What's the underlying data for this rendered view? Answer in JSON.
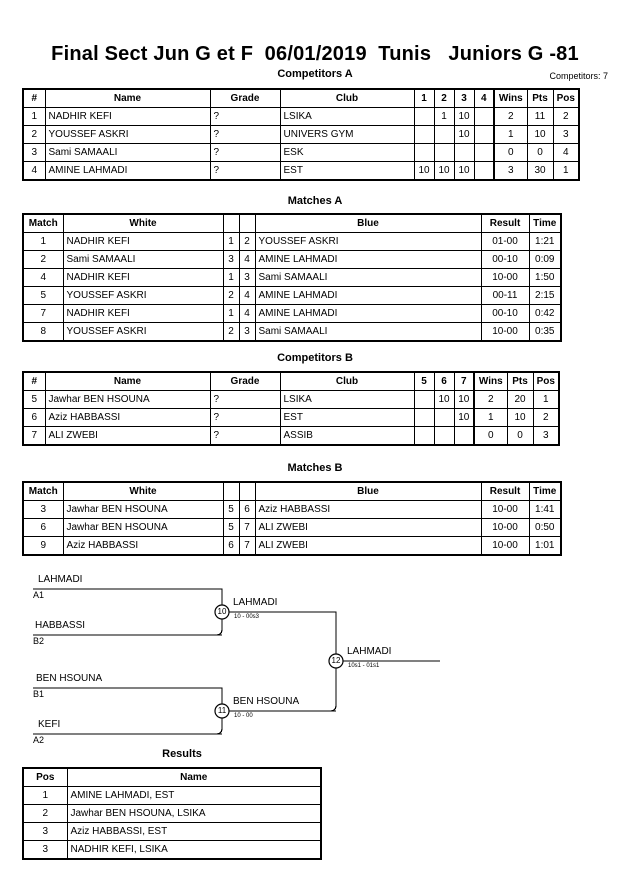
{
  "header": {
    "title": "Final Sect Jun G et F  06/01/2019  Tunis   Juniors G -81",
    "competitors_label": "Competitors: 7"
  },
  "sections": {
    "competitors_a": "Competitors A",
    "matches_a": "Matches A",
    "competitors_b": "Competitors B",
    "matches_b": "Matches B",
    "results": "Results"
  },
  "competitors_a": {
    "columns": [
      "#",
      "Name",
      "Grade",
      "Club",
      "1",
      "2",
      "3",
      "4",
      "Wins",
      "Pts",
      "Pos"
    ],
    "rows": [
      {
        "num": "1",
        "name": "NADHIR KEFI",
        "grade": "?",
        "club": "LSIKA",
        "m1": "",
        "m2": "1",
        "m3": "10",
        "m4": "",
        "wins": "2",
        "pts": "11",
        "pos": "2"
      },
      {
        "num": "2",
        "name": "YOUSSEF ASKRI",
        "grade": "?",
        "club": "UNIVERS GYM",
        "m1": "",
        "m2": "",
        "m3": "10",
        "m4": "",
        "wins": "1",
        "pts": "10",
        "pos": "3"
      },
      {
        "num": "3",
        "name": "Sami SAMAALI",
        "grade": "?",
        "club": "ESK",
        "m1": "",
        "m2": "",
        "m3": "",
        "m4": "",
        "wins": "0",
        "pts": "0",
        "pos": "4"
      },
      {
        "num": "4",
        "name": "AMINE LAHMADI",
        "grade": "?",
        "club": "EST",
        "m1": "10",
        "m2": "10",
        "m3": "10",
        "m4": "",
        "wins": "3",
        "pts": "30",
        "pos": "1"
      }
    ]
  },
  "matches_a": {
    "columns": [
      "Match",
      "White",
      "",
      "",
      "Blue",
      "Result",
      "Time"
    ],
    "rows": [
      {
        "match": "1",
        "white": "NADHIR KEFI",
        "wn": "1",
        "bn": "2",
        "blue": "YOUSSEF ASKRI",
        "result": "01-00",
        "time": "1:21"
      },
      {
        "match": "2",
        "white": "Sami SAMAALI",
        "wn": "3",
        "bn": "4",
        "blue": "AMINE LAHMADI",
        "result": "00-10",
        "time": "0:09"
      },
      {
        "match": "4",
        "white": "NADHIR KEFI",
        "wn": "1",
        "bn": "3",
        "blue": "Sami SAMAALI",
        "result": "10-00",
        "time": "1:50"
      },
      {
        "match": "5",
        "white": "YOUSSEF ASKRI",
        "wn": "2",
        "bn": "4",
        "blue": "AMINE LAHMADI",
        "result": "00-11",
        "time": "2:15"
      },
      {
        "match": "7",
        "white": "NADHIR KEFI",
        "wn": "1",
        "bn": "4",
        "blue": "AMINE LAHMADI",
        "result": "00-10",
        "time": "0:42"
      },
      {
        "match": "8",
        "white": "YOUSSEF ASKRI",
        "wn": "2",
        "bn": "3",
        "blue": "Sami SAMAALI",
        "result": "10-00",
        "time": "0:35"
      }
    ]
  },
  "competitors_b": {
    "columns": [
      "#",
      "Name",
      "Grade",
      "Club",
      "5",
      "6",
      "7",
      "Wins",
      "Pts",
      "Pos"
    ],
    "rows": [
      {
        "num": "5",
        "name": "Jawhar BEN HSOUNA",
        "grade": "?",
        "club": "LSIKA",
        "m5": "",
        "m6": "10",
        "m7": "10",
        "wins": "2",
        "pts": "20",
        "pos": "1"
      },
      {
        "num": "6",
        "name": "Aziz HABBASSI",
        "grade": "?",
        "club": "EST",
        "m5": "",
        "m6": "",
        "m7": "10",
        "wins": "1",
        "pts": "10",
        "pos": "2"
      },
      {
        "num": "7",
        "name": "ALI ZWEBI",
        "grade": "?",
        "club": "ASSIB",
        "m5": "",
        "m6": "",
        "m7": "",
        "wins": "0",
        "pts": "0",
        "pos": "3"
      }
    ]
  },
  "matches_b": {
    "columns": [
      "Match",
      "White",
      "",
      "",
      "Blue",
      "Result",
      "Time"
    ],
    "rows": [
      {
        "match": "3",
        "white": "Jawhar BEN HSOUNA",
        "wn": "5",
        "bn": "6",
        "blue": "Aziz HABBASSI",
        "result": "10-00",
        "time": "1:41"
      },
      {
        "match": "6",
        "white": "Jawhar BEN HSOUNA",
        "wn": "5",
        "bn": "7",
        "blue": "ALI ZWEBI",
        "result": "10-00",
        "time": "0:50"
      },
      {
        "match": "9",
        "white": "Aziz HABBASSI",
        "wn": "6",
        "bn": "7",
        "blue": "ALI ZWEBI",
        "result": "10-00",
        "time": "1:01"
      }
    ]
  },
  "bracket": {
    "entries": [
      {
        "name": "LAHMADI",
        "seed": "A1"
      },
      {
        "name": "HABBASSI",
        "seed": "B2"
      },
      {
        "name": "BEN HSOUNA",
        "seed": "B1"
      },
      {
        "name": "KEFI",
        "seed": "A2"
      }
    ],
    "matches": [
      {
        "number": "10",
        "winner": "LAHMADI",
        "score": "10 - 00s3"
      },
      {
        "number": "11",
        "winner": "BEN HSOUNA",
        "score": "10 - 00"
      },
      {
        "number": "12",
        "winner": "LAHMADI",
        "score": "10s1 - 01s1"
      }
    ]
  },
  "results": {
    "columns": [
      "Pos",
      "Name"
    ],
    "rows": [
      {
        "pos": "1",
        "name": "AMINE LAHMADI, EST"
      },
      {
        "pos": "2",
        "name": "Jawhar BEN HSOUNA, LSIKA"
      },
      {
        "pos": "3",
        "name": "Aziz HABBASSI, EST"
      },
      {
        "pos": "3",
        "name": "NADHIR KEFI, LSIKA"
      }
    ]
  }
}
